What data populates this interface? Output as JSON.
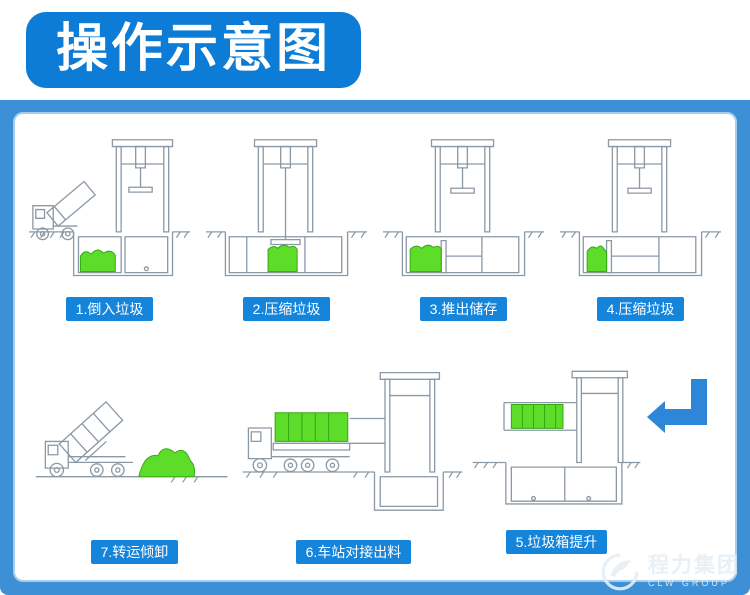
{
  "header": {
    "title": "操作示意图"
  },
  "steps": {
    "s1": {
      "label": "1.倒入垃圾"
    },
    "s2": {
      "label": "2.压缩垃圾"
    },
    "s3": {
      "label": "3.推出储存"
    },
    "s4": {
      "label": "4.压缩垃圾"
    },
    "s5": {
      "label": "5.垃圾箱提升"
    },
    "s6": {
      "label": "6.车站对接出料"
    },
    "s7": {
      "label": "7.转运倾卸"
    }
  },
  "watermark": {
    "name": "程力集团",
    "name_en": "CLW GROUP"
  },
  "colors": {
    "frame_blue": "#3e90d6",
    "title_blue": "#0c7cd6",
    "label_blue": "#1584db",
    "garbage_green": "#5ddc2a",
    "line_gray": "#8b98a5"
  }
}
